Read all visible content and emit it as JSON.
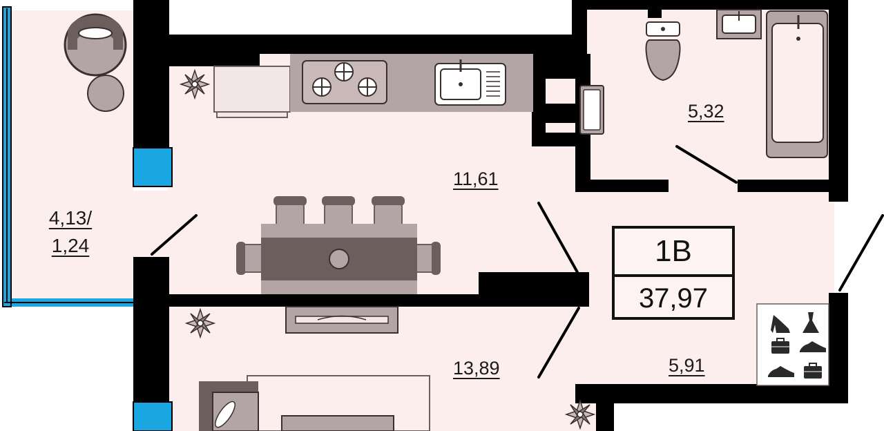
{
  "colors": {
    "wall": "#000000",
    "floor": "#fdeeee",
    "furniture_light": "#b3a5a5",
    "furniture_dark": "#6d5e5e",
    "window_blue": "#1aa6e0"
  },
  "apartment": {
    "code": "1B",
    "total_area": "37,97"
  },
  "rooms": {
    "bathroom_area": "5,32",
    "kitchen_area": "11,61",
    "living_area": "13,89",
    "hall_area": "5,91",
    "balcony_area_line1": "4,13/",
    "balcony_area_line2": "1,24"
  },
  "icons": [
    "compass-rose-icon",
    "high-heel-icon",
    "dress-icon",
    "suitcase-icon",
    "sneaker-icon"
  ]
}
